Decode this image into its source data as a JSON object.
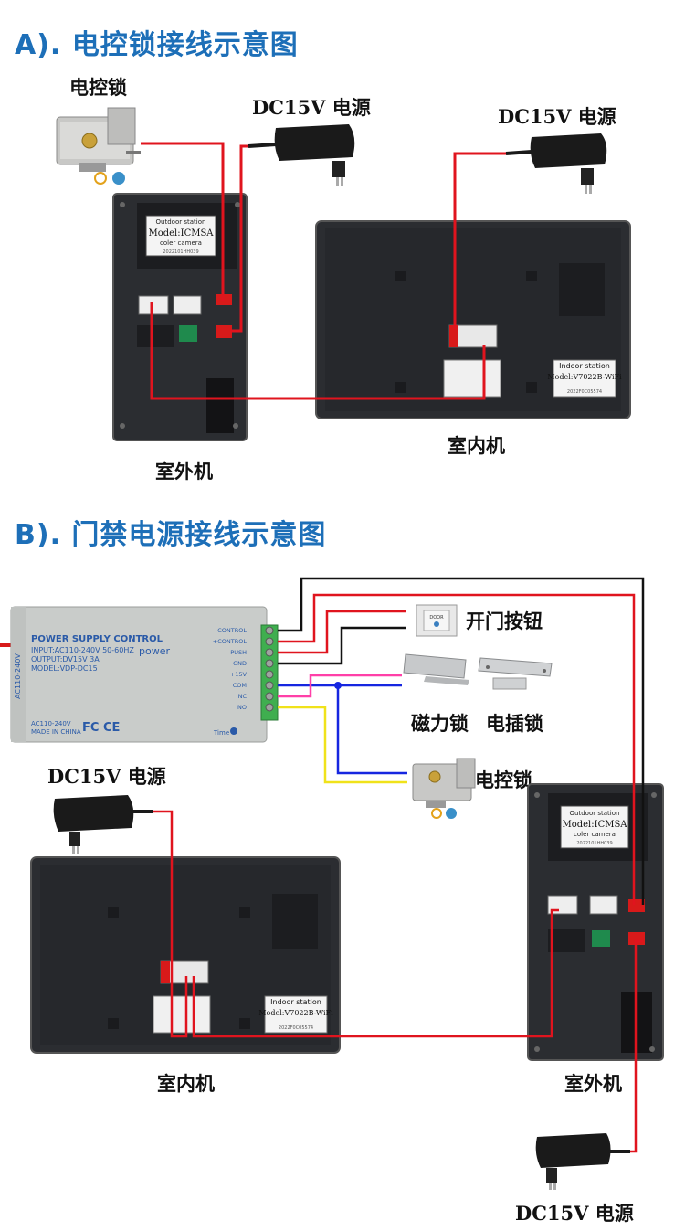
{
  "section_a": {
    "title": "A). 电控锁接线示意图",
    "lock_label": "电控锁",
    "adapter1_label": "DC15V 电源",
    "adapter2_label": "DC15V 电源",
    "outdoor_label": "室外机",
    "indoor_label": "室内机"
  },
  "section_b": {
    "title": "B). 门禁电源接线示意图",
    "exit_button_label": "开门按钮",
    "magnetic_lock_label": "磁力锁",
    "bolt_lock_label": "电插锁",
    "electric_lock_label": "电控锁",
    "adapter_left_label": "DC15V 电源",
    "adapter_bottom_label": "DC15V 电源",
    "indoor_label": "室内机",
    "outdoor_label": "室外机"
  },
  "outdoor_station": {
    "sticker_line1": "Outdoor station",
    "sticker_model": "Model:ICMSA",
    "sticker_line3": "coler camera",
    "sticker_serial": "2022101HH039"
  },
  "indoor_station": {
    "sticker_line1": "Indoor station",
    "sticker_model": "Model:V7022B-WiFi",
    "sticker_serial": "2022F0C05574"
  },
  "power_supply": {
    "side_text": "AC110-240V",
    "title": "POWER SUPPLY CONTROL",
    "power_word": "power",
    "input": "INPUT:AC110-240V 50-60HZ",
    "output": "OUTPUT:DV15V 3A",
    "model": "MODEL:VDP-DC15",
    "bottom1": "AC110-240V",
    "bottom2": "MADE IN CHINA",
    "marks": "FC  CE",
    "time": "Time",
    "terminals": [
      "-CONTROL",
      "+CONTROL",
      "PUSH",
      "GND",
      "+15V",
      "COM",
      "NC",
      "NO"
    ]
  },
  "exit_button": {
    "text": "DOOR"
  },
  "colors": {
    "title_blue": "#1d6fb8",
    "wire_red": "#e0141e",
    "wire_black": "#111111",
    "wire_blue": "#1626e0",
    "wire_yellow": "#f0e21a",
    "wire_pink": "#ff3fa8",
    "device_body": "#2b2d31",
    "psu_body": "#c9ccca"
  }
}
